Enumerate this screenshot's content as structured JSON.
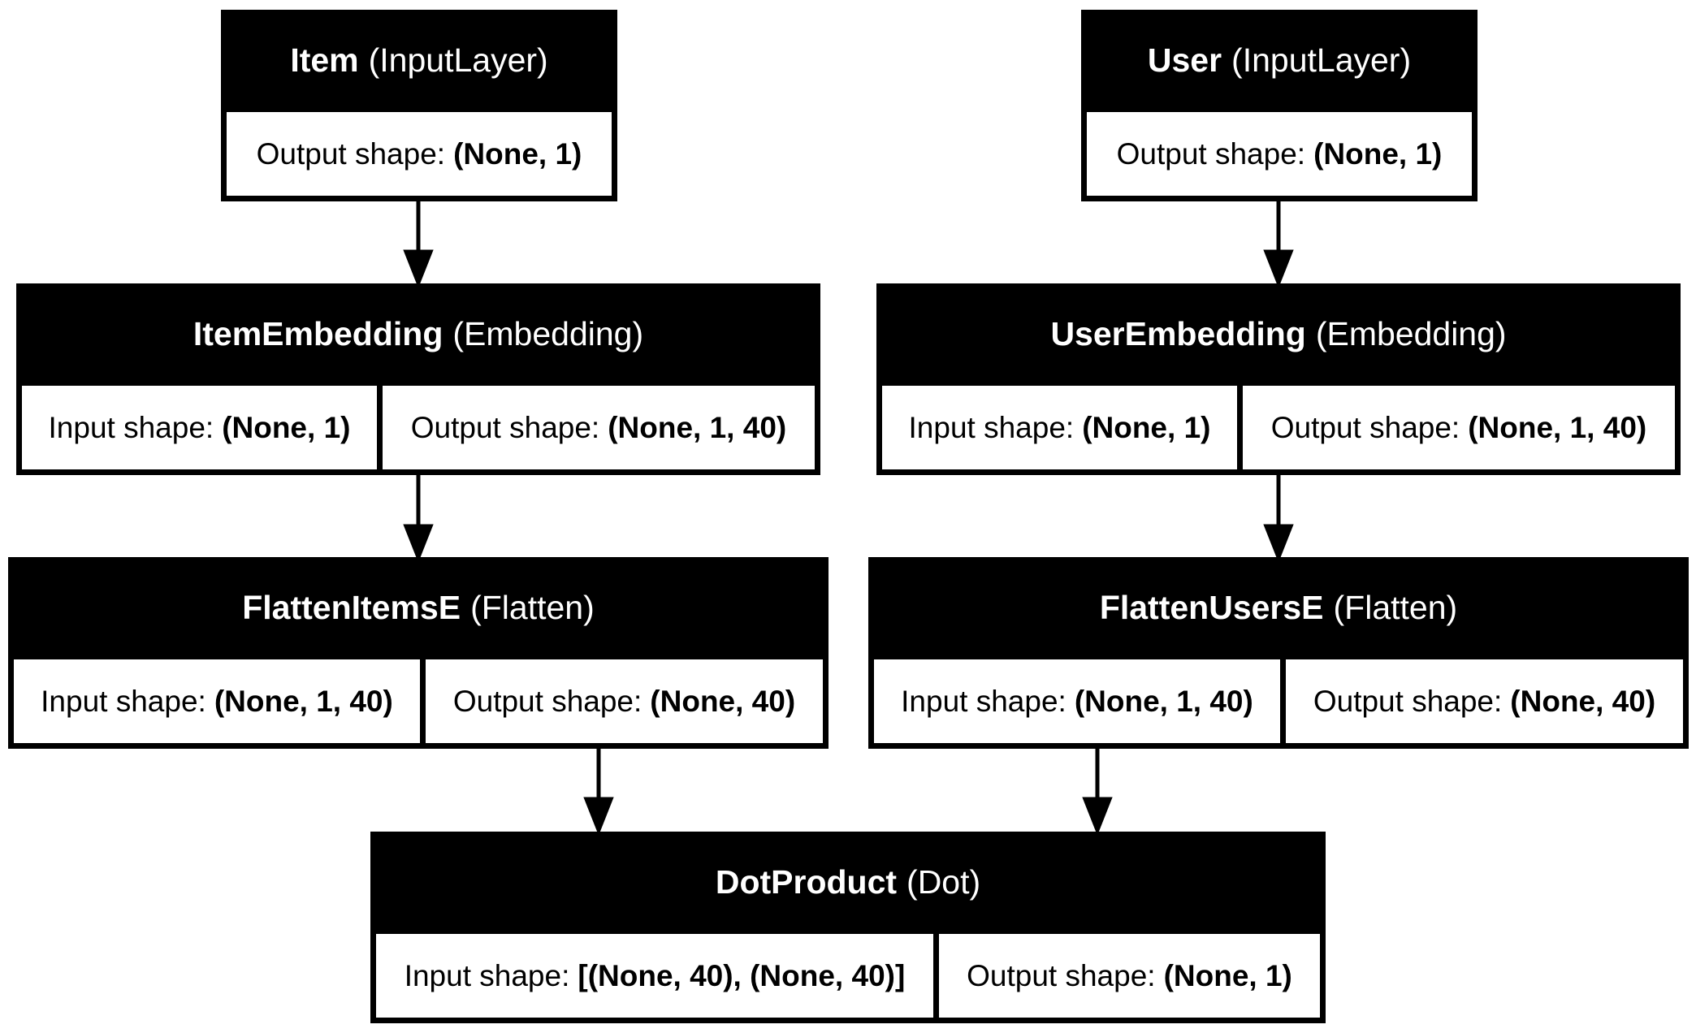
{
  "nodes": {
    "item_input": {
      "name": "Item",
      "type": "(InputLayer)",
      "output_label": "Output shape:",
      "output_shape": "(None, 1)"
    },
    "user_input": {
      "name": "User",
      "type": "(InputLayer)",
      "output_label": "Output shape:",
      "output_shape": "(None, 1)"
    },
    "item_embedding": {
      "name": "ItemEmbedding",
      "type": "(Embedding)",
      "input_label": "Input shape:",
      "input_shape": "(None, 1)",
      "output_label": "Output shape:",
      "output_shape": "(None, 1, 40)"
    },
    "user_embedding": {
      "name": "UserEmbedding",
      "type": "(Embedding)",
      "input_label": "Input shape:",
      "input_shape": "(None, 1)",
      "output_label": "Output shape:",
      "output_shape": "(None, 1, 40)"
    },
    "flatten_items": {
      "name": "FlattenItemsE",
      "type": "(Flatten)",
      "input_label": "Input shape:",
      "input_shape": "(None, 1, 40)",
      "output_label": "Output shape:",
      "output_shape": "(None, 40)"
    },
    "flatten_users": {
      "name": "FlattenUsersE",
      "type": "(Flatten)",
      "input_label": "Input shape:",
      "input_shape": "(None, 1, 40)",
      "output_label": "Output shape:",
      "output_shape": "(None, 40)"
    },
    "dot_product": {
      "name": "DotProduct",
      "type": "(Dot)",
      "input_label": "Input shape:",
      "input_shape": "[(None, 40), (None, 40)]",
      "output_label": "Output shape:",
      "output_shape": "(None, 1)"
    }
  },
  "edges": [
    {
      "from": "Item",
      "to": "ItemEmbedding"
    },
    {
      "from": "User",
      "to": "UserEmbedding"
    },
    {
      "from": "ItemEmbedding",
      "to": "FlattenItemsE"
    },
    {
      "from": "UserEmbedding",
      "to": "FlattenUsersE"
    },
    {
      "from": "FlattenItemsE",
      "to": "DotProduct"
    },
    {
      "from": "FlattenUsersE",
      "to": "DotProduct"
    }
  ],
  "colors": {
    "node_fill": "#000000",
    "cell_fill": "#ffffff",
    "edge": "#000000"
  }
}
